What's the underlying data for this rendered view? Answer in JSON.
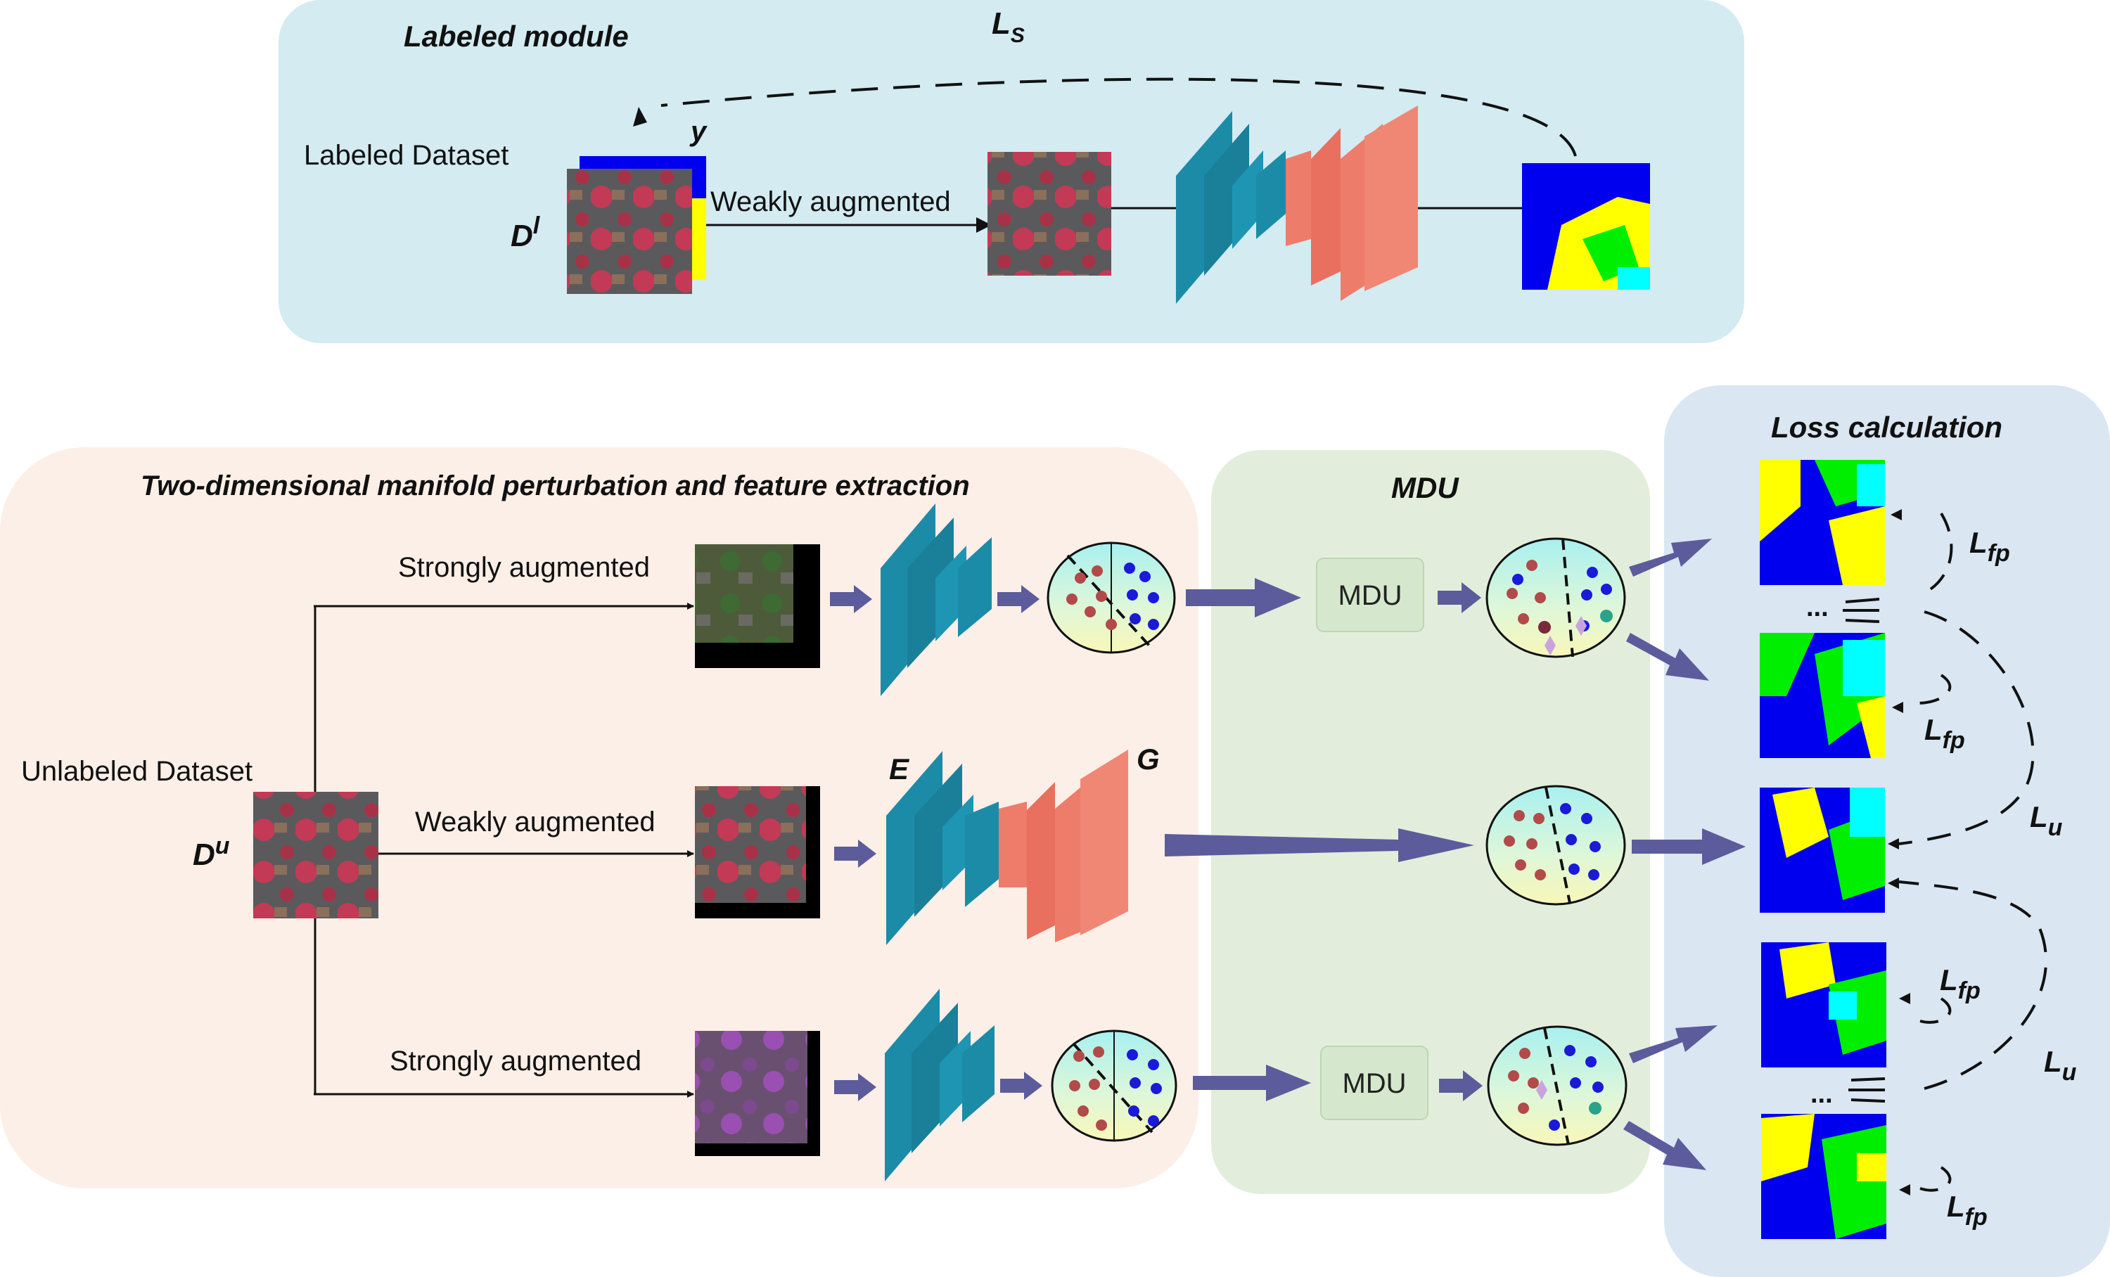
{
  "labeled_module": {
    "title": "Labeled module",
    "dataset_label": "Labeled Dataset",
    "dataset_symbol": "D",
    "dataset_superscript": "l",
    "label_symbol": "y",
    "arrow_label": "Weakly augmented",
    "loss_symbol": "L",
    "loss_subscript": "S"
  },
  "perturbation_panel": {
    "title": "Two-dimensional manifold perturbation and feature extraction",
    "dataset_label": "Unlabeled Dataset",
    "dataset_symbol": "D",
    "dataset_superscript": "u",
    "branch_top_label": "Strongly augmented",
    "branch_mid_label": "Weakly augmented",
    "branch_bottom_label": "Strongly augmented",
    "encoder_label": "E",
    "decoder_label": "G"
  },
  "mdu_panel": {
    "title": "MDU",
    "box_label": "MDU"
  },
  "loss_panel": {
    "title": "Loss calculation",
    "fp_symbol": "L",
    "fp_subscript": "fp",
    "u_symbol": "L",
    "u_subscript": "u",
    "ellipsis": "..."
  },
  "colors": {
    "labeled_bg": "#d3ebf1",
    "perturb_bg": "#fcefe7",
    "mdu_bg": "#e2eedb",
    "loss_bg": "#dae6f2",
    "encoder": "#1c8ba8",
    "decoder": "#ee7c6b",
    "arrow_fill": "#5c5c9c",
    "mdu_box": "#d5e8cd",
    "seg_blue": "#0000ee",
    "seg_green": "#00ee00",
    "seg_yellow": "#ffff00",
    "seg_cyan": "#00ffff"
  }
}
